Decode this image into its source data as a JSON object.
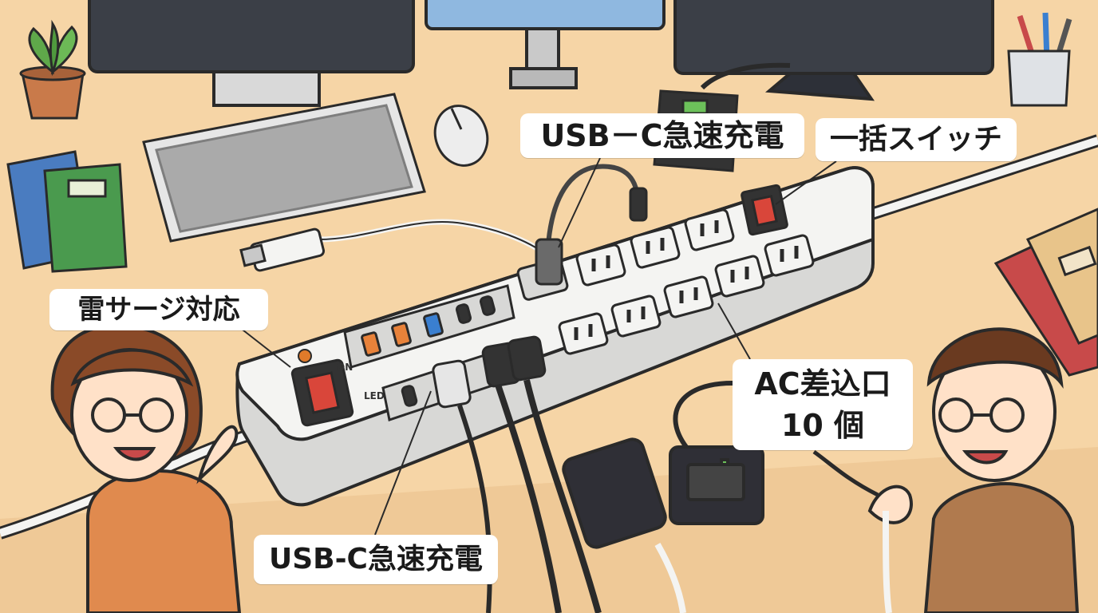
{
  "labels": {
    "usb_c_top": "USB－C急速充電",
    "batch_switch": "一括スイッチ",
    "surge": "雷サージ対応",
    "ac_outlets_line1": "AC差込口",
    "ac_outlets_line2": "10 個",
    "usb_c_bottom": "USB-C急速充電"
  },
  "strip_marks": {
    "on": "ON",
    "led": "LED"
  },
  "colors": {
    "desk": "#f6d5a6",
    "strip": "#f4f4f2",
    "outline": "#2a2a2a",
    "switch_red": "#d9463a",
    "usb_orange": "#e8823a",
    "usb_blue": "#3a7fd0",
    "plant_green": "#5fa84a",
    "book_green": "#4a9a4e",
    "book_blue": "#4a7cc0",
    "notebook_red": "#c84a4a",
    "sweater_orange": "#e08a4e",
    "sweater_brown": "#b07a4e"
  },
  "icons": [
    "monitor-icon",
    "keyboard-icon",
    "mouse-icon",
    "plant-icon",
    "pen-cup-icon",
    "smartphone-icon",
    "battery-charger-icon",
    "usb-plug-icon"
  ]
}
